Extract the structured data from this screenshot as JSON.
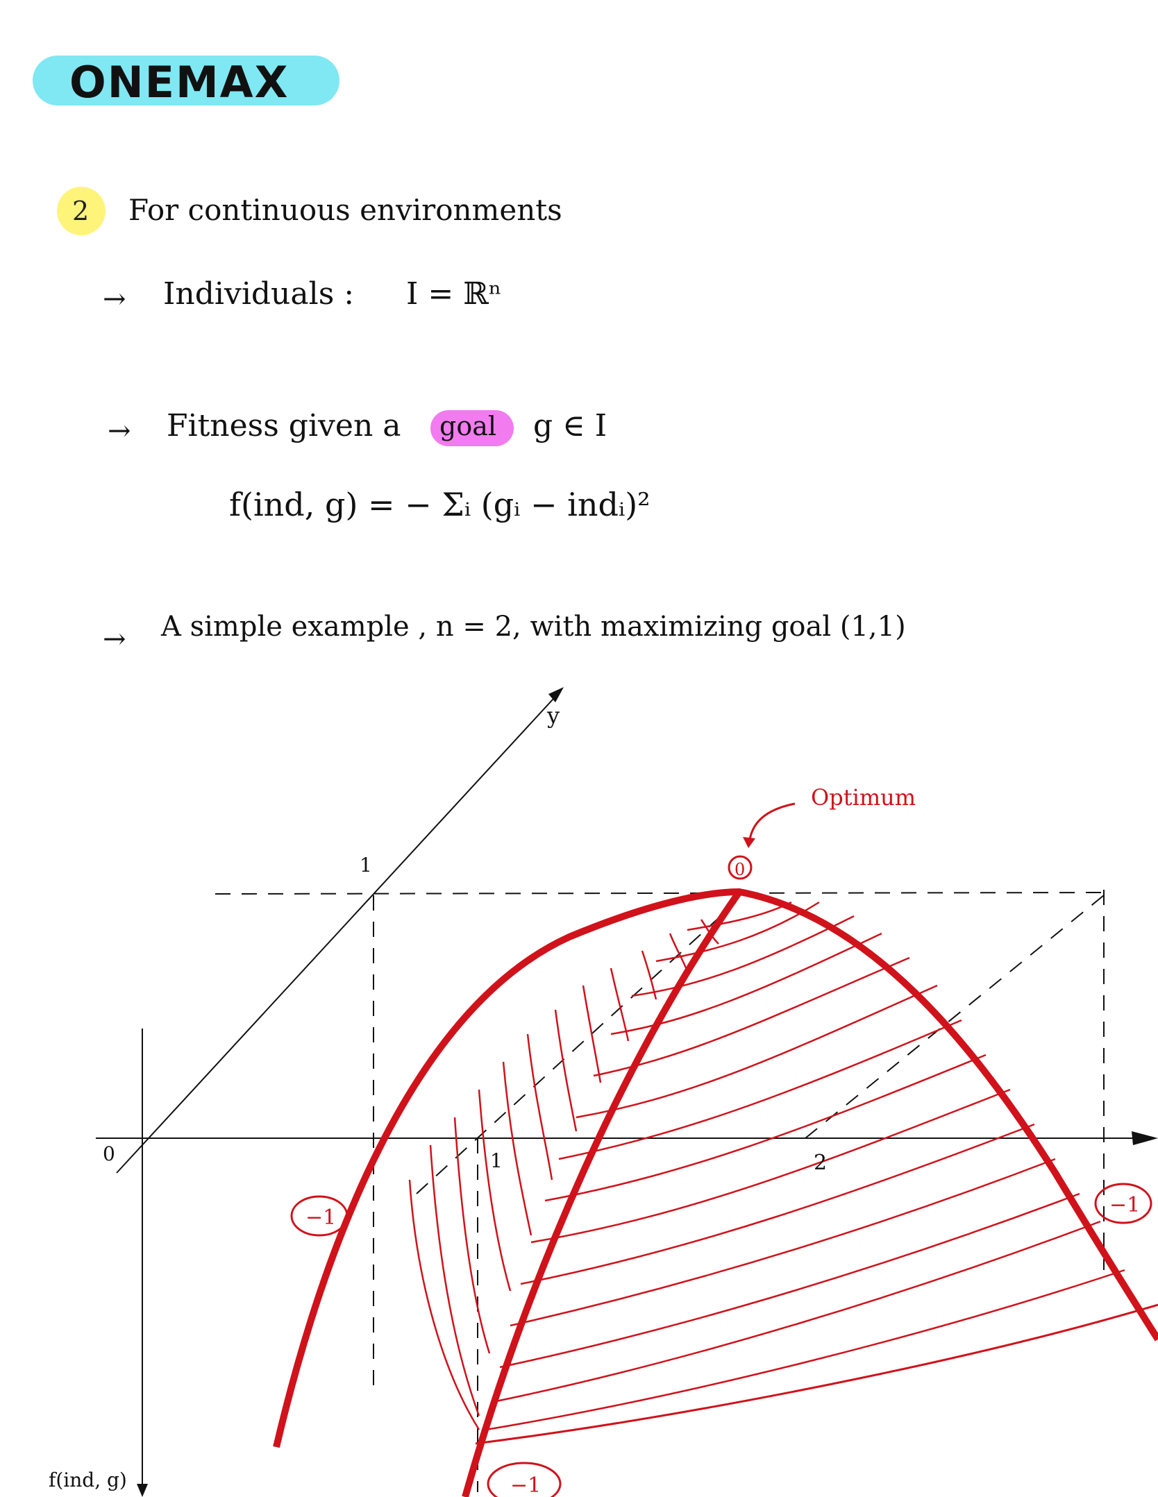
{
  "title": "ONEMAX",
  "section": {
    "number": "2",
    "heading": "For continuous environments"
  },
  "bullets": {
    "individuals_label": "Individuals :",
    "individuals_formula": "I = ℝⁿ",
    "fitness_prefix": "Fitness given a",
    "fitness_goal_word": "goal",
    "fitness_suffix": "g ∈ I",
    "fitness_formula": "f(ind, g) = − Σᵢ (gᵢ − indᵢ)²",
    "example_text": "A simple example , n = 2, with maximizing goal (1,1)"
  },
  "diagram": {
    "axis_y_label": "y",
    "axis_f_label": "f(ind, g)",
    "origin_label": "0",
    "tick_1_y": "1",
    "tick_1_x": "1",
    "tick_2_x": "2",
    "optimum_label": "Optimum",
    "optimum_value": "0",
    "corner_value_left": "−1",
    "corner_value_right": "−1",
    "corner_value_bottom": "−1",
    "colors": {
      "curve": "#d0121b",
      "axes": "#111111",
      "title_pill": "#7fe8f3",
      "section_badge": "#fff47a",
      "goal_highlight": "#f27bf0"
    }
  }
}
